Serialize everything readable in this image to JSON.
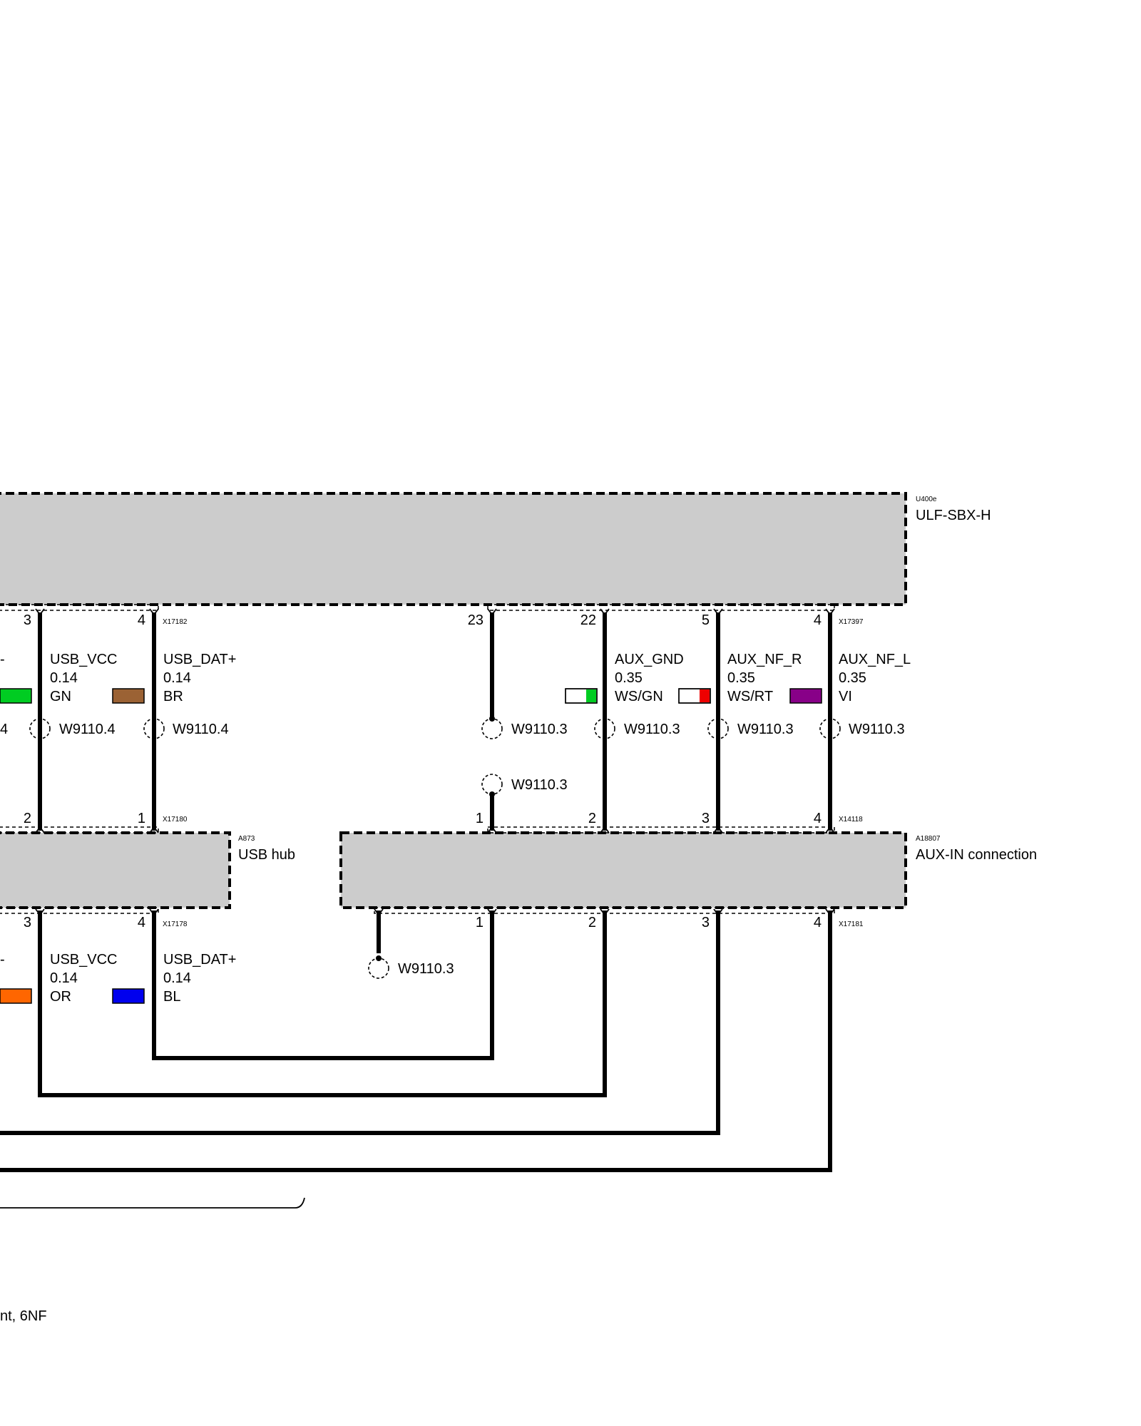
{
  "components": {
    "ulf": {
      "id": "U400e",
      "name": "ULF-SBX-H"
    },
    "usb_hub": {
      "id": "A873",
      "name": "USB hub"
    },
    "aux_in": {
      "id": "A18807",
      "name": "AUX-IN connection"
    }
  },
  "connectors": {
    "x17182": "X17182",
    "x17397": "X17397",
    "x17180": "X17180",
    "x14118": "X14118",
    "x17178": "X17178",
    "x17181": "X17181"
  },
  "pins": {
    "x17182": [
      "3",
      "4"
    ],
    "x17397": [
      "23",
      "22",
      "5",
      "4"
    ],
    "x17180": [
      "2",
      "1"
    ],
    "x14118": [
      "1",
      "2",
      "3",
      "4"
    ],
    "x17178": [
      "3",
      "4"
    ],
    "x17181": [
      "1",
      "2",
      "3",
      "4"
    ]
  },
  "wires_upper": [
    {
      "signal": "USB_VCC",
      "size": "0.14",
      "color_code": "GN",
      "colors": [
        "#00cc22"
      ],
      "shield": "W9110.4"
    },
    {
      "signal": "USB_DAT+",
      "size": "0.14",
      "color_code": "BR",
      "colors": [
        "#9b6234"
      ],
      "shield": "W9110.4"
    },
    {
      "signal": "AUX_GND",
      "size": "0.35",
      "color_code": "WS/GN",
      "colors": [
        "#ffffff",
        "#00cc22"
      ],
      "shield": "W9110.3"
    },
    {
      "signal": "AUX_NF_R",
      "size": "0.35",
      "color_code": "WS/RT",
      "colors": [
        "#ffffff",
        "#ee0000"
      ],
      "shield": "W9110.3"
    },
    {
      "signal": "AUX_NF_L",
      "size": "0.35",
      "color_code": "VI",
      "colors": [
        "#880088"
      ],
      "shield": "W9110.3"
    }
  ],
  "wires_lower": [
    {
      "signal": "USB_VCC",
      "size": "0.14",
      "color_code": "OR",
      "colors": [
        "#ff6600"
      ]
    },
    {
      "signal": "USB_DAT+",
      "size": "0.14",
      "color_code": "BL",
      "colors": [
        "#0000ee"
      ]
    }
  ],
  "pin23_shields": [
    "W9110.3",
    "W9110.3"
  ],
  "aux_ground_shield": "W9110.3",
  "partial_texts": {
    "upper_dash": "-",
    "upper_pin": "4",
    "lower_dash": "-",
    "footer": "nt, 6NF"
  }
}
